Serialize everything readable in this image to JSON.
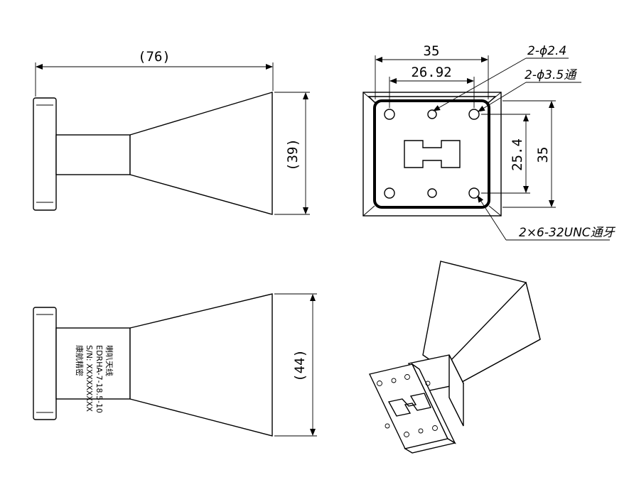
{
  "dimensions": {
    "side_length": "(76)",
    "side_aperture_height": "(39)",
    "front_bolt_spacing": "35",
    "front_hole_spacing": "26.92",
    "front_vertical_hole": "25.4",
    "front_vertical_flange": "35",
    "top_aperture_height": "(44)"
  },
  "callouts": {
    "small_holes": "2-ϕ2.4",
    "through_holes": "2-ϕ3.5通",
    "threaded_holes": "2×6-32UNC通牙"
  },
  "label_plate": {
    "line1": "喇叭天线",
    "line2": "EDRHA-7-18.5-10",
    "line3": "S/N: XXXXXXXXX",
    "line4": "康航精密"
  }
}
